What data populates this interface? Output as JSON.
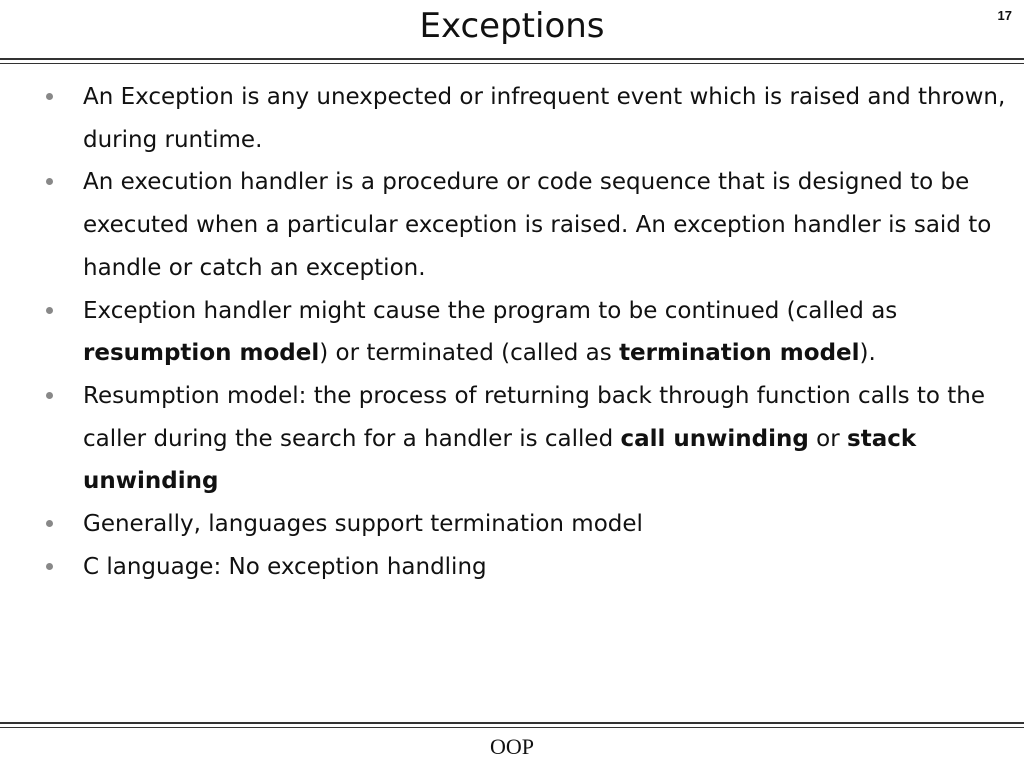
{
  "slide": {
    "title": "Exceptions",
    "number": "17",
    "footer": "OOP"
  },
  "bullets": [
    {
      "parts": [
        "An Exception is any unexpected or infrequent event which is raised and thrown, during runtime."
      ]
    },
    {
      "parts": [
        "An execution handler is a procedure or code sequence that is designed to be executed when a particular exception is raised. An exception handler is said to handle or catch an exception."
      ]
    },
    {
      "parts": [
        "Exception handler might cause the program to be continued (called as ",
        "resumption model",
        ") or terminated (called as ",
        "termination model",
        ")."
      ]
    },
    {
      "parts": [
        "Resumption model: the process of returning back through function calls to the caller during the search for a handler is called ",
        "call unwinding",
        " or ",
        "stack unwinding"
      ]
    },
    {
      "parts": [
        "Generally, languages support termination model"
      ]
    },
    {
      "parts": [
        "C language: No exception handling"
      ]
    }
  ]
}
